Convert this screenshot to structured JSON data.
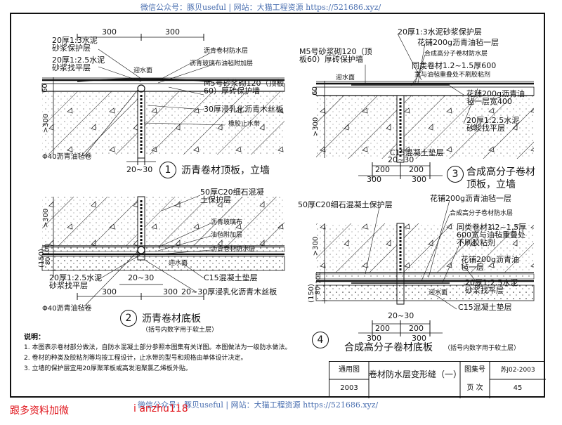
{
  "watermark": {
    "top": "微信公众号：豚贝useful | 网站：大猫工程资源 https://521686.xyz/",
    "bottom": "微信公众号：豚贝useful | 网站：大猫工程资源 https://521686.xyz/"
  },
  "details": [
    {
      "number": "1",
      "title": "沥青卷材顶板，立墙",
      "labels": {
        "top_protect": "20厚1:3水泥砂浆保护层",
        "top_level": "20厚1:2.5水泥砂浆找平层",
        "membrane": "沥青卷材防水层",
        "glass_cloth": "沥青玻璃布油毡附加层",
        "water_face": "迎水面",
        "m5": "M5号砂浆砌120（顶板60）厚砖保护墙",
        "board": "30厚浸乳化沥青木丝板",
        "waterstop": "橡胶止水带",
        "rope": "Φ40沥青油毡卷"
      },
      "dims": [
        "300",
        "300",
        "60",
        ">300",
        "20~30"
      ]
    },
    {
      "number": "2",
      "title": "沥青卷材底板",
      "subtitle": "（括号内数字用于软土层）",
      "labels": {
        "c20": "50厚C20细石混凝土保护层",
        "glass_cloth": "沥青玻璃布",
        "felt": "油毡附加层",
        "membrane": "沥青卷材防水层",
        "water_face": "迎水面",
        "level": "20厚1:2.5水泥砂浆找平层",
        "c15": "C15混凝土垫层",
        "board": "20~30厚浸乳化沥青木丝板",
        "rope": "Φ40沥青油毡卷"
      },
      "dims": [
        ">300",
        "(150)",
        "100",
        "80",
        "20~30",
        "300",
        "300"
      ]
    },
    {
      "number": "3",
      "title": "合成高分子卷材顶板，立墙",
      "labels": {
        "top_protect": "20厚1:3水泥砂浆保护层",
        "felt_200g": "花铺200g沥青油毡一层",
        "polymer": "合成高分子卷材防水层",
        "m5": "M5号砂浆砌120（顶板60）厚砖保护墙",
        "same_type": "同类卷材1.2~1.5厚600",
        "glue": "宽与油毡重叠处不刷胶粘剂",
        "water_face": "迎水面",
        "felt_400": "花铺200g沥青油毡一层宽400",
        "level": "20厚1:2.5水泥砂浆找平层",
        "c15": "C15混凝土垫层"
      },
      "dims": [
        "60",
        ">300",
        "20~30",
        "200",
        "200",
        "300",
        "300"
      ]
    },
    {
      "number": "4",
      "title": "合成高分子卷材底板",
      "subtitle": "（括号内数字用于软土层）",
      "labels": {
        "c20": "50厚C20细石混凝土保护层",
        "felt_200g": "花铺200g沥青油毡一层",
        "polymer": "合成高分子卷材防水层",
        "same_type": "同类卷材1.2~1.5厚600宽与油毡重叠处不刷胶粘剂",
        "felt_200g_b": "花铺200g沥青油毡一层",
        "level": "20厚1:2.5水泥砂浆找平层",
        "water_face": "迎水面",
        "c15": "C15混凝土垫层"
      },
      "dims": [
        ">300",
        "(150)",
        "100",
        "80",
        "20~30",
        "200",
        "200",
        "300",
        "300"
      ]
    }
  ],
  "notes": {
    "title": "说明：",
    "items": [
      "1. 本图表示卷材部分做法，自防水混凝土部分参照本图集有关详图。本图做法为一级防水做法。",
      "2. 卷材的种类及胶粘剂等均按工程设计，止水带的型号和规格由单体设计决定。",
      "3. 立墙的保护层宜用20厚聚苯板或高发泡聚氯乙烯板外贴。"
    ]
  },
  "title_block": {
    "general_label": "通用图",
    "year": "2003",
    "drawing_title": "卷材防水层变形缝（一）",
    "atlas_label": "图集号",
    "atlas_no": "苏J02-2003",
    "page_label": "页 次",
    "page_no": "45"
  },
  "footer": {
    "left_red": "跟多资料加微",
    "right_red": "i anzhu118"
  }
}
